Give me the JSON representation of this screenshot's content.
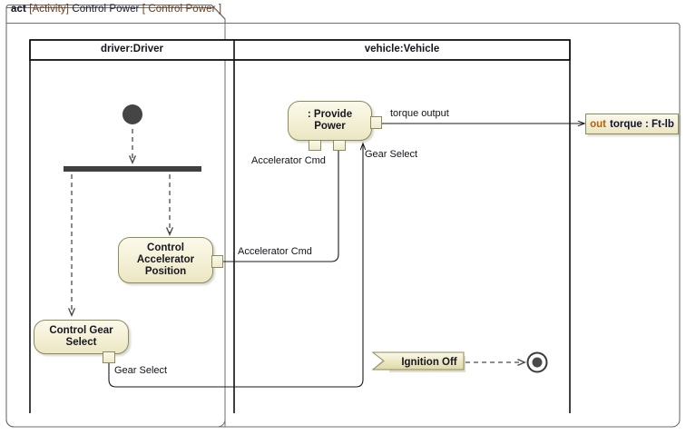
{
  "frame": {
    "keyword": "act",
    "meta": "[Activity]",
    "name": "Control Power",
    "diagram_name": "[ Control Power ]"
  },
  "lanes": [
    {
      "id": "driver",
      "title": "driver:Driver"
    },
    {
      "id": "vehicle",
      "title": "vehicle:Vehicle"
    }
  ],
  "nodes": {
    "initial": {
      "name": "initial-node"
    },
    "fork": {
      "name": "fork-bar"
    },
    "provide_power": {
      "label": ": Provide Power"
    },
    "control_accelerator": {
      "label": "Control Accelerator Position"
    },
    "control_gear": {
      "label": "Control Gear Select"
    },
    "ignition_off": {
      "label": "Ignition Off"
    },
    "final": {
      "name": "activity-final-node"
    },
    "param_torque": {
      "direction": "out",
      "text": "torque : Ft-lb"
    }
  },
  "pins": {
    "pp_out": "torque output pin",
    "pp_in_accel": "accelerator cmd pin",
    "pp_in_gear": "gear select pin",
    "ca_out": "accelerator cmd out pin",
    "cg_out": "gear select out pin"
  },
  "edge_labels": {
    "torque_output": "torque output",
    "accelerator_cmd_top": "Accelerator Cmd",
    "accelerator_cmd_bottom": "Accelerator Cmd",
    "gear_select_top": "Gear Select",
    "gear_select_bottom": "Gear Select"
  },
  "colors": {
    "node_fill": "#f4f0d6",
    "node_border": "#8d8a5c",
    "accept_fill": "#d9d4ab",
    "param_dir": "#b4600d",
    "control_flow": "#4b4b4b",
    "object_flow": "#1a1a1a",
    "lane_border": "#111111"
  }
}
